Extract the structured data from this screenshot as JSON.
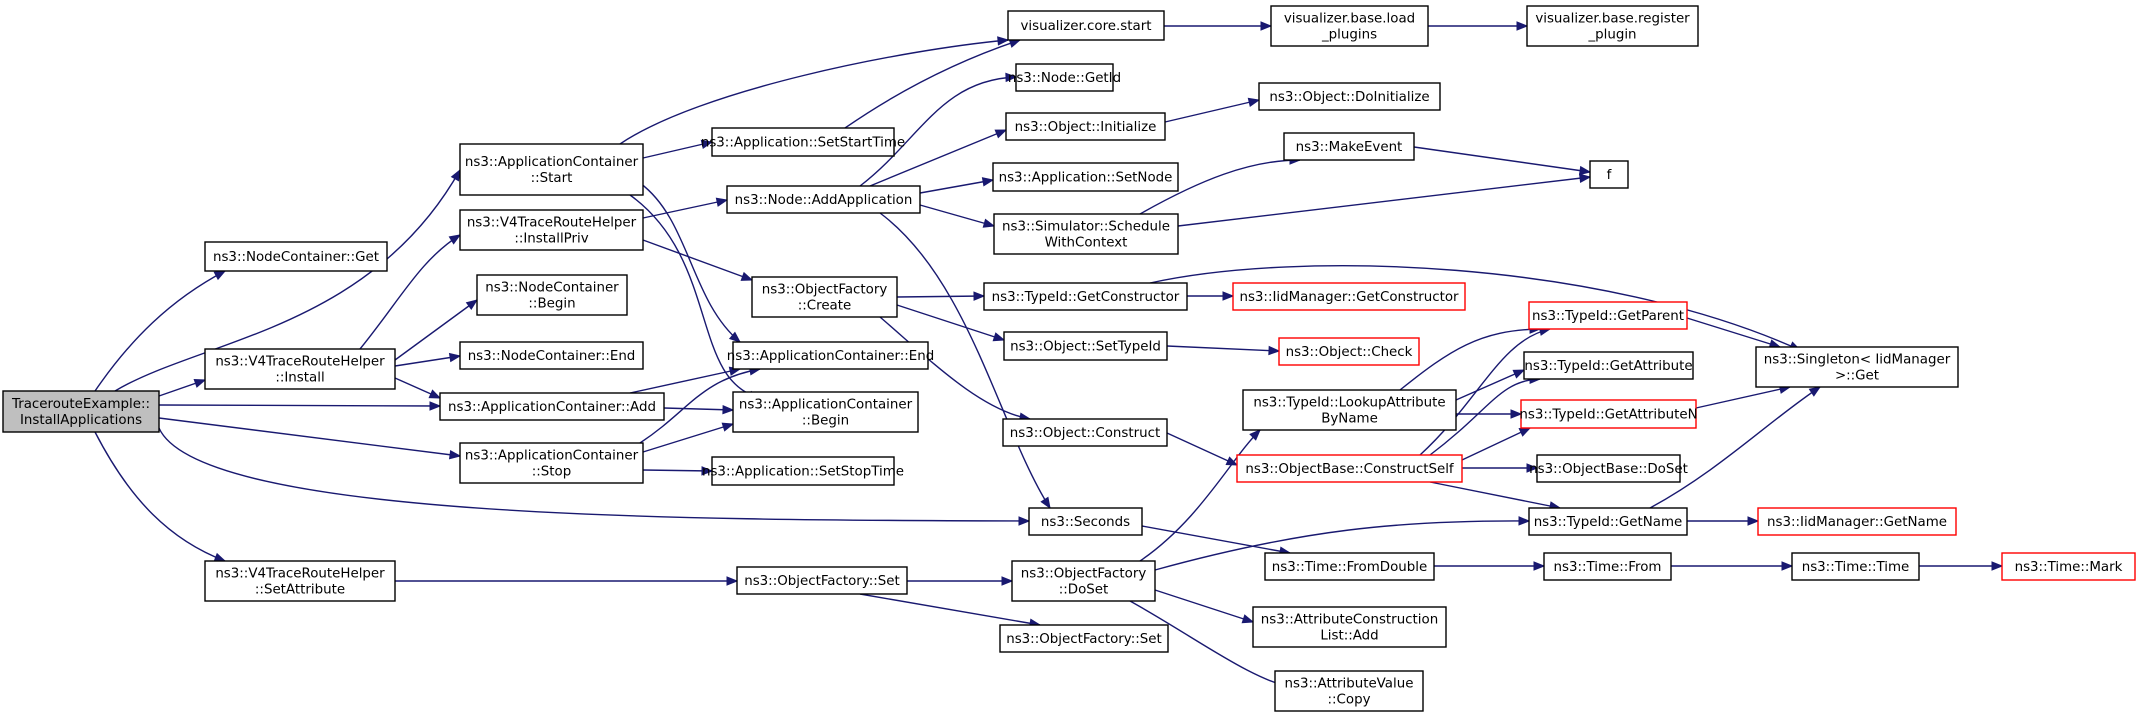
{
  "diagram": {
    "nodes": {
      "root": [
        "TracerouteExample::",
        "InstallApplications"
      ],
      "nc_get": [
        "ns3::NodeContainer::Get"
      ],
      "ac_start": [
        "ns3::ApplicationContainer",
        "::Start"
      ],
      "v4_installpriv": [
        "ns3::V4TraceRouteHelper",
        "::InstallPriv"
      ],
      "nc_begin": [
        "ns3::NodeContainer",
        "::Begin"
      ],
      "v4_install": [
        "ns3::V4TraceRouteHelper",
        "::Install"
      ],
      "nc_end": [
        "ns3::NodeContainer::End"
      ],
      "ac_add": [
        "ns3::ApplicationContainer::Add"
      ],
      "ac_stop": [
        "ns3::ApplicationContainer",
        "::Stop"
      ],
      "v4_setattr": [
        "ns3::V4TraceRouteHelper",
        "::SetAttribute"
      ],
      "vis_start": [
        "visualizer.core.start"
      ],
      "vis_load": [
        "visualizer.base.load",
        "_plugins"
      ],
      "vis_register": [
        "visualizer.base.register",
        "_plugin"
      ],
      "app_setstart": [
        "ns3::Application::SetStartTime"
      ],
      "node_addapp": [
        "ns3::Node::AddApplication"
      ],
      "of_create": [
        "ns3::ObjectFactory",
        "::Create"
      ],
      "ac_end": [
        "ns3::ApplicationContainer::End"
      ],
      "ac_begin": [
        "ns3::ApplicationContainer",
        "::Begin"
      ],
      "app_setstop": [
        "ns3::Application::SetStopTime"
      ],
      "of_set": [
        "ns3::ObjectFactory::Set"
      ],
      "node_getid": [
        "ns3::Node::GetId"
      ],
      "obj_init": [
        "ns3::Object::Initialize"
      ],
      "app_setnode": [
        "ns3::Application::SetNode"
      ],
      "sim_schedule": [
        "ns3::Simulator::Schedule",
        "WithContext"
      ],
      "typeid_getctor": [
        "ns3::TypeId::GetConstructor"
      ],
      "obj_settypeid": [
        "ns3::Object::SetTypeId"
      ],
      "obj_construct": [
        "ns3::Object::Construct"
      ],
      "seconds": [
        "ns3::Seconds"
      ],
      "of_doset": [
        "ns3::ObjectFactory",
        "::DoSet"
      ],
      "of_set2": [
        "ns3::ObjectFactory::Set"
      ],
      "obj_doinit": [
        "ns3::Object::DoInitialize"
      ],
      "makeevent": [
        "ns3::MakeEvent"
      ],
      "iid_getctor": [
        "ns3::IidManager::GetConstructor"
      ],
      "obj_check": [
        "ns3::Object::Check"
      ],
      "typeid_lookup": [
        "ns3::TypeId::LookupAttribute",
        "ByName"
      ],
      "ob_constructself": [
        "ns3::ObjectBase::ConstructSelf"
      ],
      "time_fromdouble": [
        "ns3::Time::FromDouble"
      ],
      "acl_add": [
        "ns3::AttributeConstruction",
        "List::Add"
      ],
      "av_copy": [
        "ns3::AttributeValue",
        "::Copy"
      ],
      "f": [
        "f"
      ],
      "typeid_getparent": [
        "ns3::TypeId::GetParent"
      ],
      "typeid_getattr": [
        "ns3::TypeId::GetAttribute"
      ],
      "typeid_getattrn": [
        "ns3::TypeId::GetAttributeN"
      ],
      "ob_doset": [
        "ns3::ObjectBase::DoSet"
      ],
      "typeid_getname": [
        "ns3::TypeId::GetName"
      ],
      "time_from": [
        "ns3::Time::From"
      ],
      "singleton_get": [
        "ns3::Singleton< IidManager",
        " >::Get"
      ],
      "iid_getname": [
        "ns3::IidManager::GetName"
      ],
      "time_time": [
        "ns3::Time::Time"
      ],
      "time_mark": [
        "ns3::Time::Mark"
      ]
    }
  },
  "colors": {
    "edge": "#191970",
    "border_default": "#000000",
    "border_truncated": "#ff0000",
    "root_fill": "#bfbfbf"
  }
}
